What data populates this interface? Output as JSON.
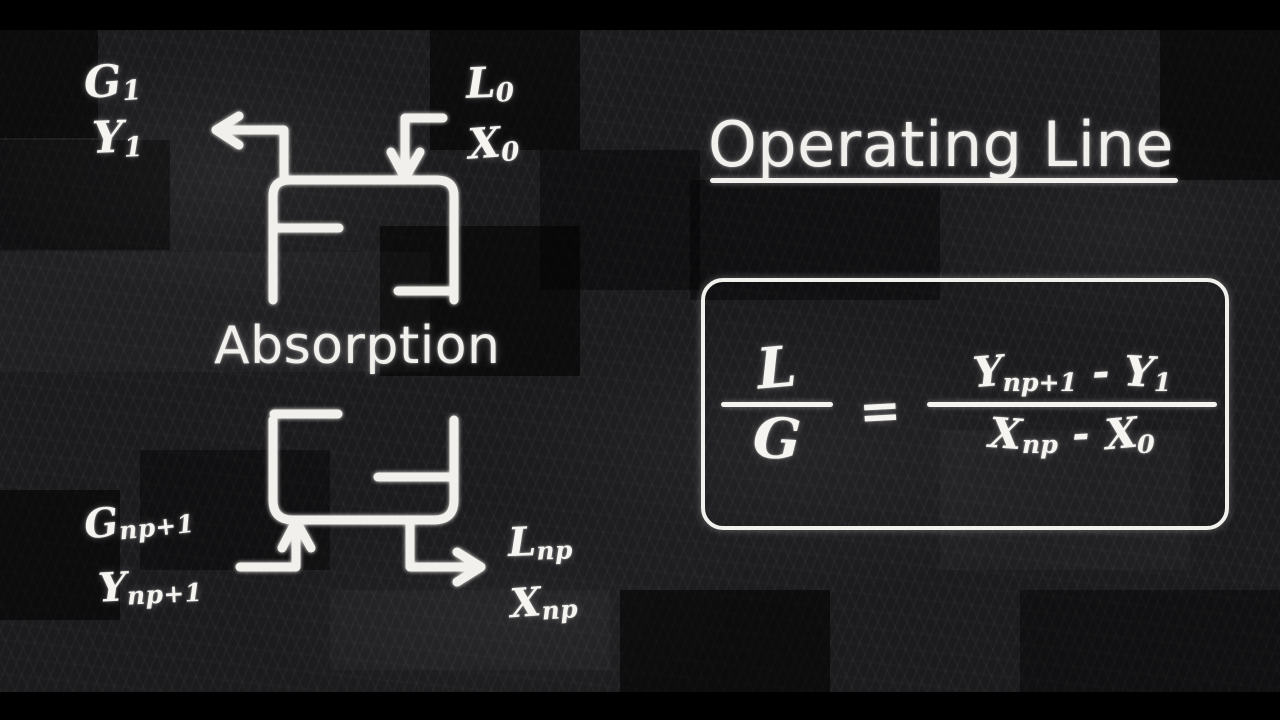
{
  "scene": {
    "kind": "chalkboard-lecture-slide",
    "background_color": "#1b1b1d",
    "chalk_color": "#f2f0ec",
    "letterbox_color": "#000000"
  },
  "title": {
    "text": "Operating Line",
    "underlined": true
  },
  "diagram": {
    "caption": "Absorption",
    "column_label": "Absorption",
    "streams": {
      "gas_out_top": {
        "flow": "G",
        "flow_sub": "1",
        "comp": "Y",
        "comp_sub": "1"
      },
      "liquid_in_top": {
        "flow": "L",
        "flow_sub": "0",
        "comp": "X",
        "comp_sub": "0"
      },
      "gas_in_bottom": {
        "flow": "G",
        "flow_sub": "np+1",
        "comp": "Y",
        "comp_sub": "np+1"
      },
      "liquid_out_bottom": {
        "flow": "L",
        "flow_sub": "np",
        "comp": "X",
        "comp_sub": "np"
      }
    },
    "labels": {
      "g1": "G",
      "g1_sub": "1",
      "y1": "Y",
      "y1_sub": "1",
      "l0": "L",
      "l0_sub": "0",
      "x0": "X",
      "x0_sub": "0",
      "gnp1": "G",
      "gnp1_sub": "np+1",
      "ynp1": "Y",
      "ynp1_sub": "np+1",
      "lnp": "L",
      "lnp_sub": "np",
      "xnp": "X",
      "xnp_sub": "np"
    },
    "arrows": [
      {
        "name": "gas-outlet-arrow",
        "direction": "left",
        "at_top": true
      },
      {
        "name": "liquid-inlet-arrow",
        "direction": "down",
        "at_top": true
      },
      {
        "name": "gas-inlet-arrow",
        "direction": "up",
        "at_top": false
      },
      {
        "name": "liquid-outlet-arrow",
        "direction": "right",
        "at_top": false
      }
    ]
  },
  "equation": {
    "boxed": true,
    "plain": "L / G = (Y_np+1 - Y_1) / (X_np - X_0)",
    "left": {
      "numerator": "L",
      "denominator": "G"
    },
    "relation": "=",
    "right": {
      "numerator_first": "Y",
      "numerator_first_sub": "np+1",
      "numerator_operator": "-",
      "numerator_second": "Y",
      "numerator_second_sub": "1",
      "denominator_first": "X",
      "denominator_first_sub": "np",
      "denominator_operator": "-",
      "denominator_second": "X",
      "denominator_second_sub": "0"
    }
  }
}
